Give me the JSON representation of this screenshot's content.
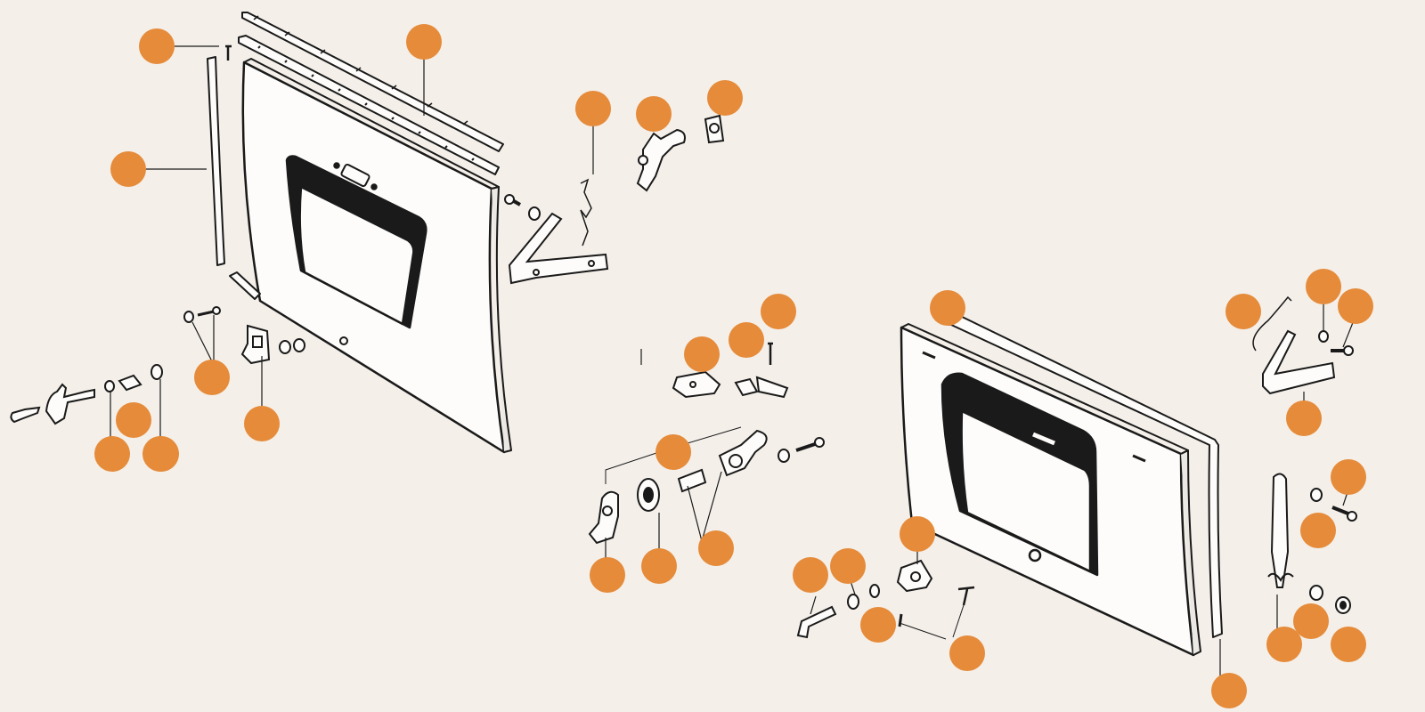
{
  "diagram": {
    "background": "#f4efe9",
    "marker_color": "#e58b3a",
    "line_color": "#1a1a1a",
    "groups": [
      {
        "name": "upper-tailgate-assembly",
        "markers": 12
      },
      {
        "name": "latch-hardware-assembly",
        "markers": 7
      },
      {
        "name": "lower-tailgate-assembly",
        "markers": 17
      }
    ],
    "marker_labels": []
  }
}
